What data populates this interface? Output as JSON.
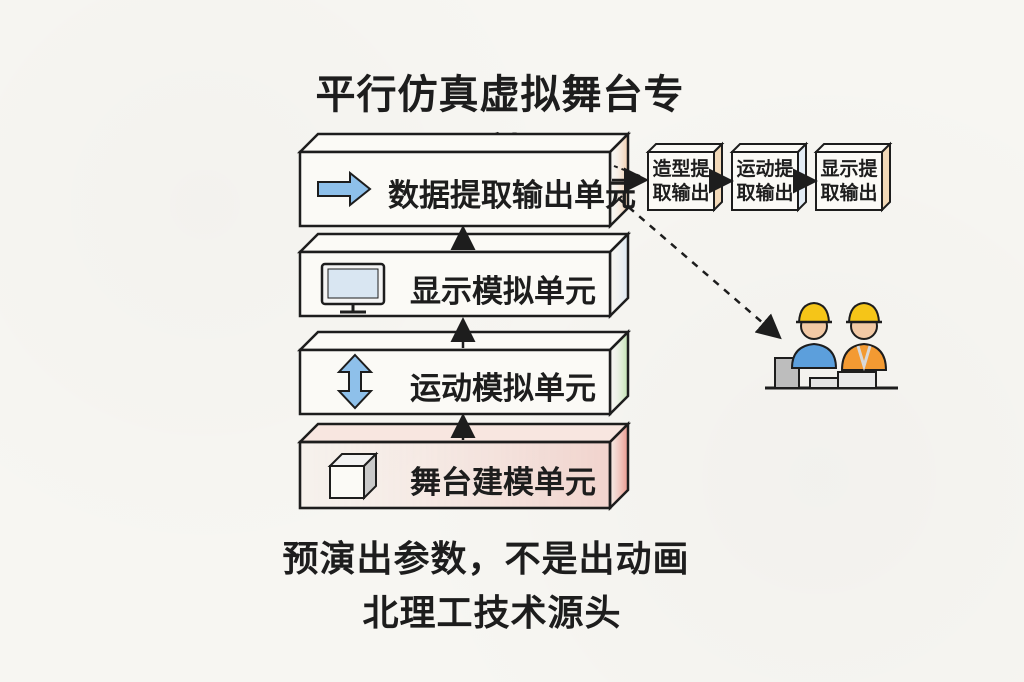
{
  "title": "平行仿真虚拟舞台专利",
  "layers": [
    {
      "label": "数据提取输出单元",
      "icon": "right-arrow-icon",
      "accent": "#f2c6a0"
    },
    {
      "label": "显示模拟单元",
      "icon": "monitor-icon",
      "accent": "#cfe0f2"
    },
    {
      "label": "运动模拟单元",
      "icon": "up-down-arrow-icon",
      "accent": "#cfe9c2"
    },
    {
      "label": "舞台建模单元",
      "icon": "cube-icon",
      "accent": "#f4b6b0"
    }
  ],
  "outputs": [
    {
      "line1": "造型提",
      "line2": "取输出"
    },
    {
      "line1": "运动提",
      "line2": "取输出"
    },
    {
      "line1": "显示提",
      "line2": "取输出"
    }
  ],
  "workers_icon": "engineers-at-workstation-icon",
  "caption": {
    "line1": "预演出参数，不是出动画",
    "line2": "北理工技术源头"
  },
  "colors": {
    "ink": "#1d1d1d",
    "arrow_blue": "#8ec0ea",
    "helmet_yellow": "#f5c518",
    "vest_orange": "#f39a32",
    "shirt_blue": "#5c9fdc"
  }
}
